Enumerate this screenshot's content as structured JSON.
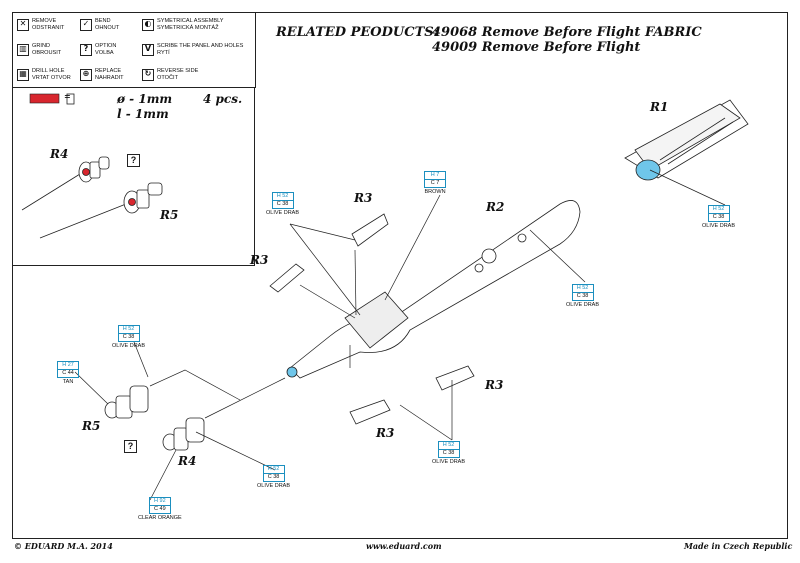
{
  "legend": {
    "items": [
      {
        "icon": "remove-icon",
        "glyph": "✕",
        "text": "REMOVE\nODSTRANIT"
      },
      {
        "icon": "bend-icon",
        "glyph": "✓",
        "text": "BEND\nOHNOUT"
      },
      {
        "icon": "symmetrical-icon",
        "glyph": "◐",
        "text": "SYMETRICAL ASSEMBLY\nSYMETRICKÁ MONTÁŽ"
      },
      {
        "icon": "grind-icon",
        "glyph": "▥",
        "text": "GRIND\nOBROUSIT"
      },
      {
        "icon": "option-icon",
        "glyph": "?",
        "text": "OPTION\nVOLBA"
      },
      {
        "icon": "scribe-icon",
        "glyph": "V",
        "text": "SCRIBE THE PANEL AND HOLES\nRYTÍ"
      },
      {
        "icon": "drill-icon",
        "glyph": "▦",
        "text": "DRILL HOLE\nVRTAT OTVOR"
      },
      {
        "icon": "replace-icon",
        "glyph": "⊕",
        "text": "REPLACE\nNAHRADIT"
      },
      {
        "icon": "reverse-icon",
        "glyph": "↻",
        "text": "REVERSE SIDE\nOTOČIT"
      }
    ]
  },
  "header": {
    "label": "RELATED PEODUCTS:",
    "products": [
      "49068 Remove Before Flight FABRIC",
      "49009 Remove Before Flight"
    ]
  },
  "inset": {
    "diameter": "ø - 1mm",
    "length": "l - 1mm",
    "qty": "4 pcs.",
    "equals": "=",
    "option_mark": "?",
    "labels": {
      "r4": "R4",
      "r5": "R5"
    }
  },
  "parts": {
    "r1": "R1",
    "r2": "R2",
    "r3": "R3",
    "r4": "R4",
    "r5": "R5"
  },
  "main_option_mark": "?",
  "colors": {
    "brown": {
      "h": "H 7",
      "c": "C 7",
      "name": "BROWN"
    },
    "olive_drab": {
      "h": "H 52",
      "c": "C 38",
      "name": "OLIVE DRAB"
    },
    "tan": {
      "h": "H 27",
      "c": "C 44",
      "name": "TAN"
    },
    "clear_orange": {
      "h": "H 92",
      "c": "C 49",
      "name": "CLEAR ORANGE"
    }
  },
  "accent": {
    "callout_blue": "#1b8fbf",
    "part_red": "#d8262e",
    "fill_blue": "#6fc6ea"
  },
  "footer": {
    "copyright": "© EDUARD  M.A. 2014",
    "website": "www.eduard.com",
    "origin": "Made in Czech Republic"
  }
}
